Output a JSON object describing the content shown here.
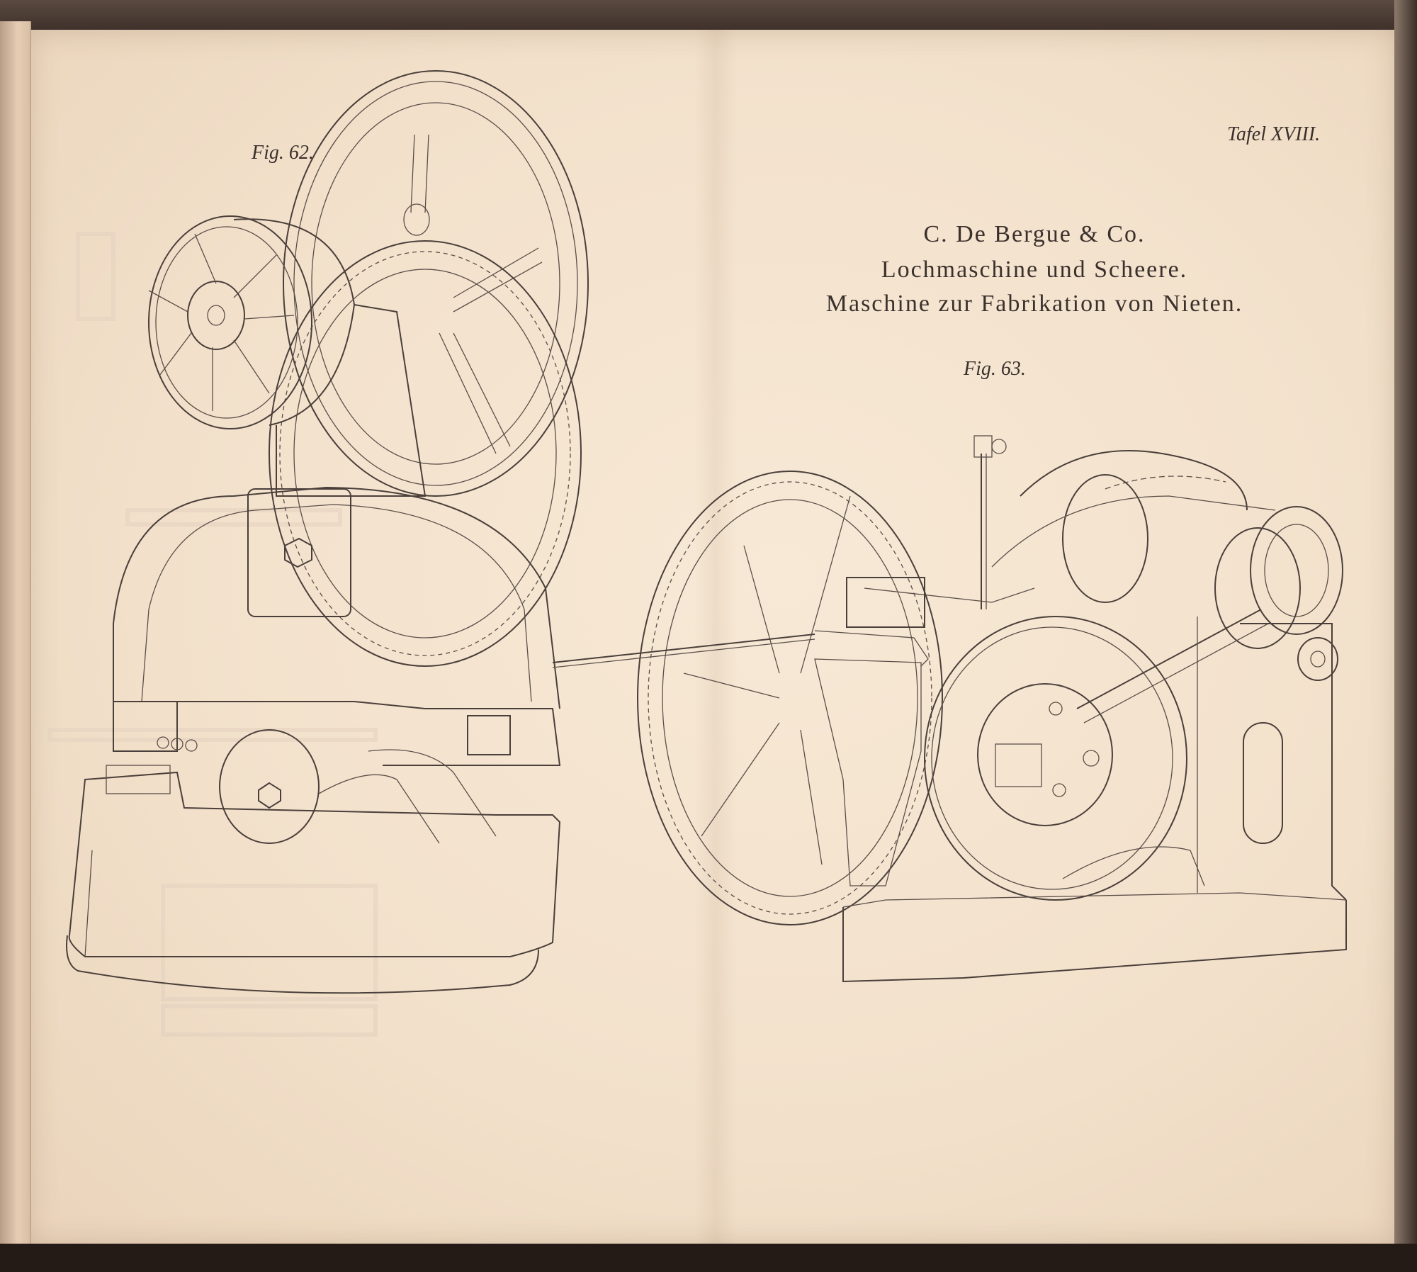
{
  "plate": {
    "tafel": "Tafel XVIII.",
    "fig_left": "Fig. 62.",
    "fig_right": "Fig. 63.",
    "title_lines": [
      "C. De Bergue & Co.",
      "Lochmaschine und Scheere.",
      "Maschine zur Fabrikation von Nieten."
    ]
  },
  "colors": {
    "paper": "#f4e4d0",
    "ink": "#4a3f3a"
  }
}
